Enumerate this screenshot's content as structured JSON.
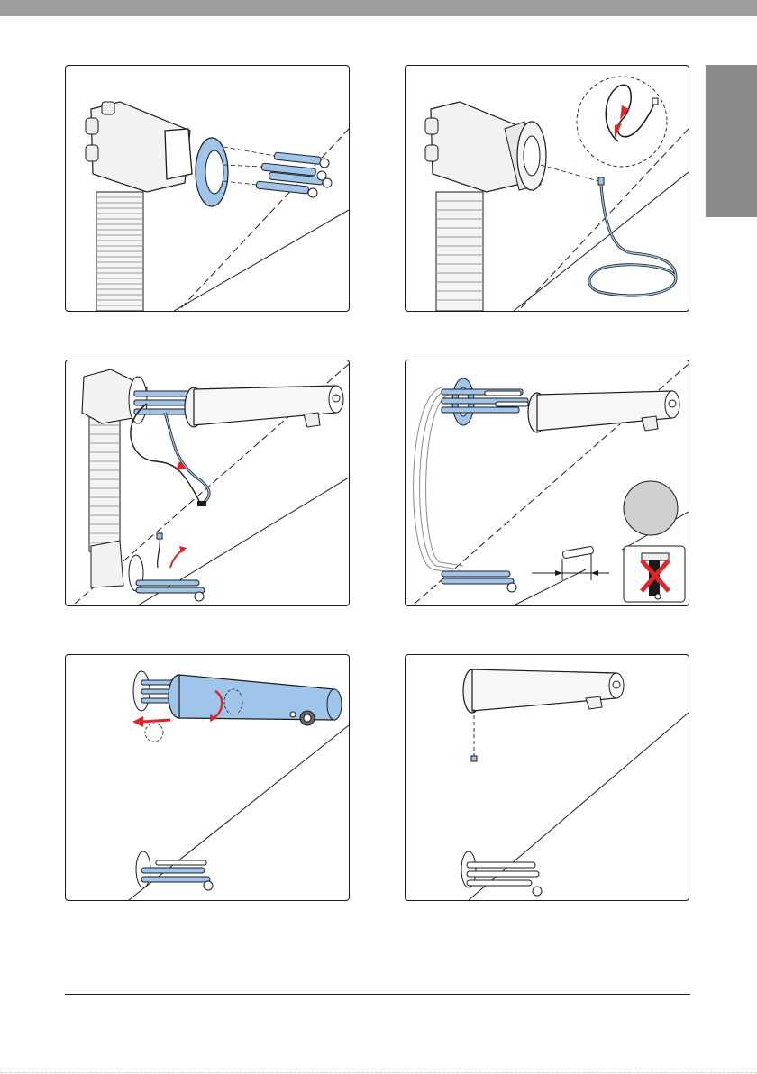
{
  "page": {
    "header_bar_color": "#9e9e9e",
    "side_tab_color": "#8a8a8a"
  },
  "colors": {
    "part_blue": "#9fc6ea",
    "outline": "#1a1a1a",
    "arrow_red": "#e0262a",
    "cap_grey": "#d0d0d0"
  },
  "steps": [
    {
      "icon": "mounting-ring-screws"
    },
    {
      "icon": "sensor-cable-insertion"
    },
    {
      "icon": "spout-cable-routing"
    },
    {
      "icon": "cut-screw-length"
    },
    {
      "icon": "rotate-spout-fit"
    },
    {
      "icon": "final-assembly"
    }
  ]
}
